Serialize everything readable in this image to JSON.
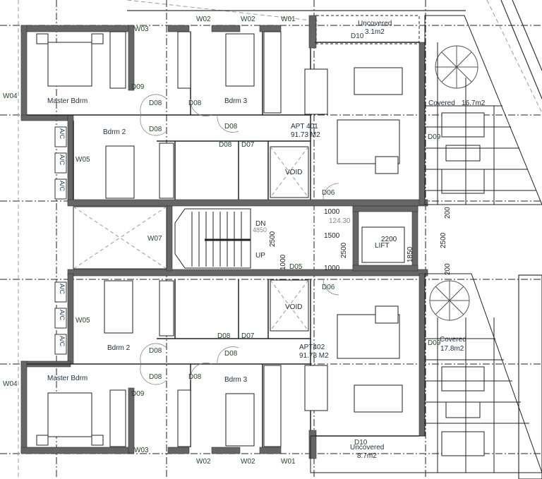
{
  "drawing": {
    "type": "architectural floor plan",
    "apartments": [
      {
        "id": "apt-401",
        "name": "APT 401",
        "area": "91.73 M2",
        "rooms": [
          {
            "name": "Master Bdrm"
          },
          {
            "name": "Bdrm 2"
          },
          {
            "name": "Bdrm 3"
          }
        ],
        "terraces": [
          {
            "name": "Uncovered",
            "area": "3.1m2"
          },
          {
            "name": "Covered",
            "area": "16.7m2"
          }
        ]
      },
      {
        "id": "apt-402",
        "name": "APT402",
        "area": "91.78 M2",
        "rooms": [
          {
            "name": "Master Bdrm"
          },
          {
            "name": "Bdrm 2"
          },
          {
            "name": "Bdrm 3"
          }
        ],
        "terraces": [
          {
            "name": "Uncovered",
            "area": "8.7m2"
          },
          {
            "name": "Covered",
            "area": "17.8m2"
          }
        ]
      }
    ],
    "core": {
      "lift": "LIFT",
      "stair_dn": "DN",
      "stair_up": "UP",
      "stair_len": "4850",
      "void": "VOID"
    },
    "dimensions": {
      "d1000a": "1000",
      "d12430": "124.30",
      "d1500": "1500",
      "d2500a": "2500",
      "d2500b": "2500",
      "d2500c": "2500",
      "d1000b": "1000",
      "d1000c": "1000",
      "d2200": "2200",
      "d1850": "1850",
      "d200a": "200",
      "d200b": "200"
    },
    "tags": {
      "w01": "W01",
      "w02": "W02",
      "w03": "W03",
      "w04": "W04",
      "w05": "W05",
      "w07": "W07",
      "d05": "D05",
      "d06": "D06",
      "d07": "D07",
      "d08": "D08",
      "d09": "D09",
      "d10": "D10",
      "ac": "A/C"
    }
  }
}
